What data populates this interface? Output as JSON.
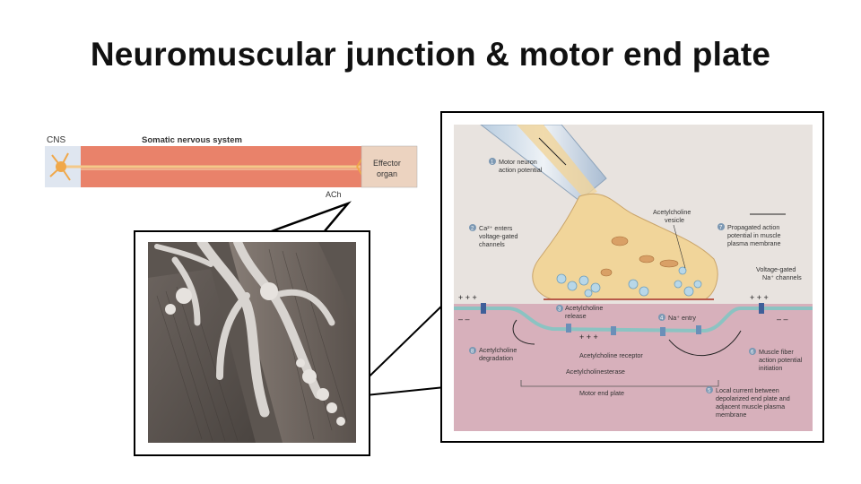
{
  "slide": {
    "title": "Neuromuscular junction & motor end plate"
  },
  "pathway": {
    "cns_label": "CNS",
    "system_label": "Somatic nervous system",
    "effector_label_line1": "Effector",
    "effector_label_line2": "organ",
    "ach_label": "ACh"
  },
  "diagram": {
    "step1_num": "1",
    "step1_line1": "Motor neuron",
    "step1_line2": "action potential",
    "step2_num": "2",
    "step2_line1": "Ca²⁺ enters",
    "step2_line2": "voltage-gated",
    "step2_line3": "channels",
    "vesicle_line1": "Acetylcholine",
    "vesicle_line2": "vesicle",
    "step7_num": "7",
    "step7_line1": "Propagated action",
    "step7_line2": "potential in muscle",
    "step7_line3": "plasma membrane",
    "vgna_line1": "Voltage-gated",
    "vgna_line2": "Na⁺ channels",
    "step3_num": "3",
    "step3_line1": "Acetylcholine",
    "step3_line2": "release",
    "step4_num": "4",
    "step4_line1": "Na⁺ entry",
    "step8_num": "8",
    "step8_line1": "Acetylcholine",
    "step8_line2": "degradation",
    "receptor_label": "Acetylcholine receptor",
    "esterase_label": "Acetylcholinesterase",
    "step6_num": "6",
    "step6_line1": "Muscle fiber",
    "step6_line2": "action potential",
    "step6_line3": "initiation",
    "endplate_label": "Motor end plate",
    "step5_num": "5",
    "step5_line1": "Local current between",
    "step5_line2": "depolarized end plate and",
    "step5_line3": "adjacent muscle plasma",
    "step5_line4": "membrane"
  },
  "colors": {
    "nerve_band": "#e9826a",
    "axon": "#f4c98a",
    "effector_box": "#ecd3c0",
    "diagram_bg": "#e8e3df",
    "muscle": "#d7b0bb",
    "terminal": "#f1d59a",
    "membrane": "#8bc3c2",
    "step_badge": "#7c98b3"
  }
}
